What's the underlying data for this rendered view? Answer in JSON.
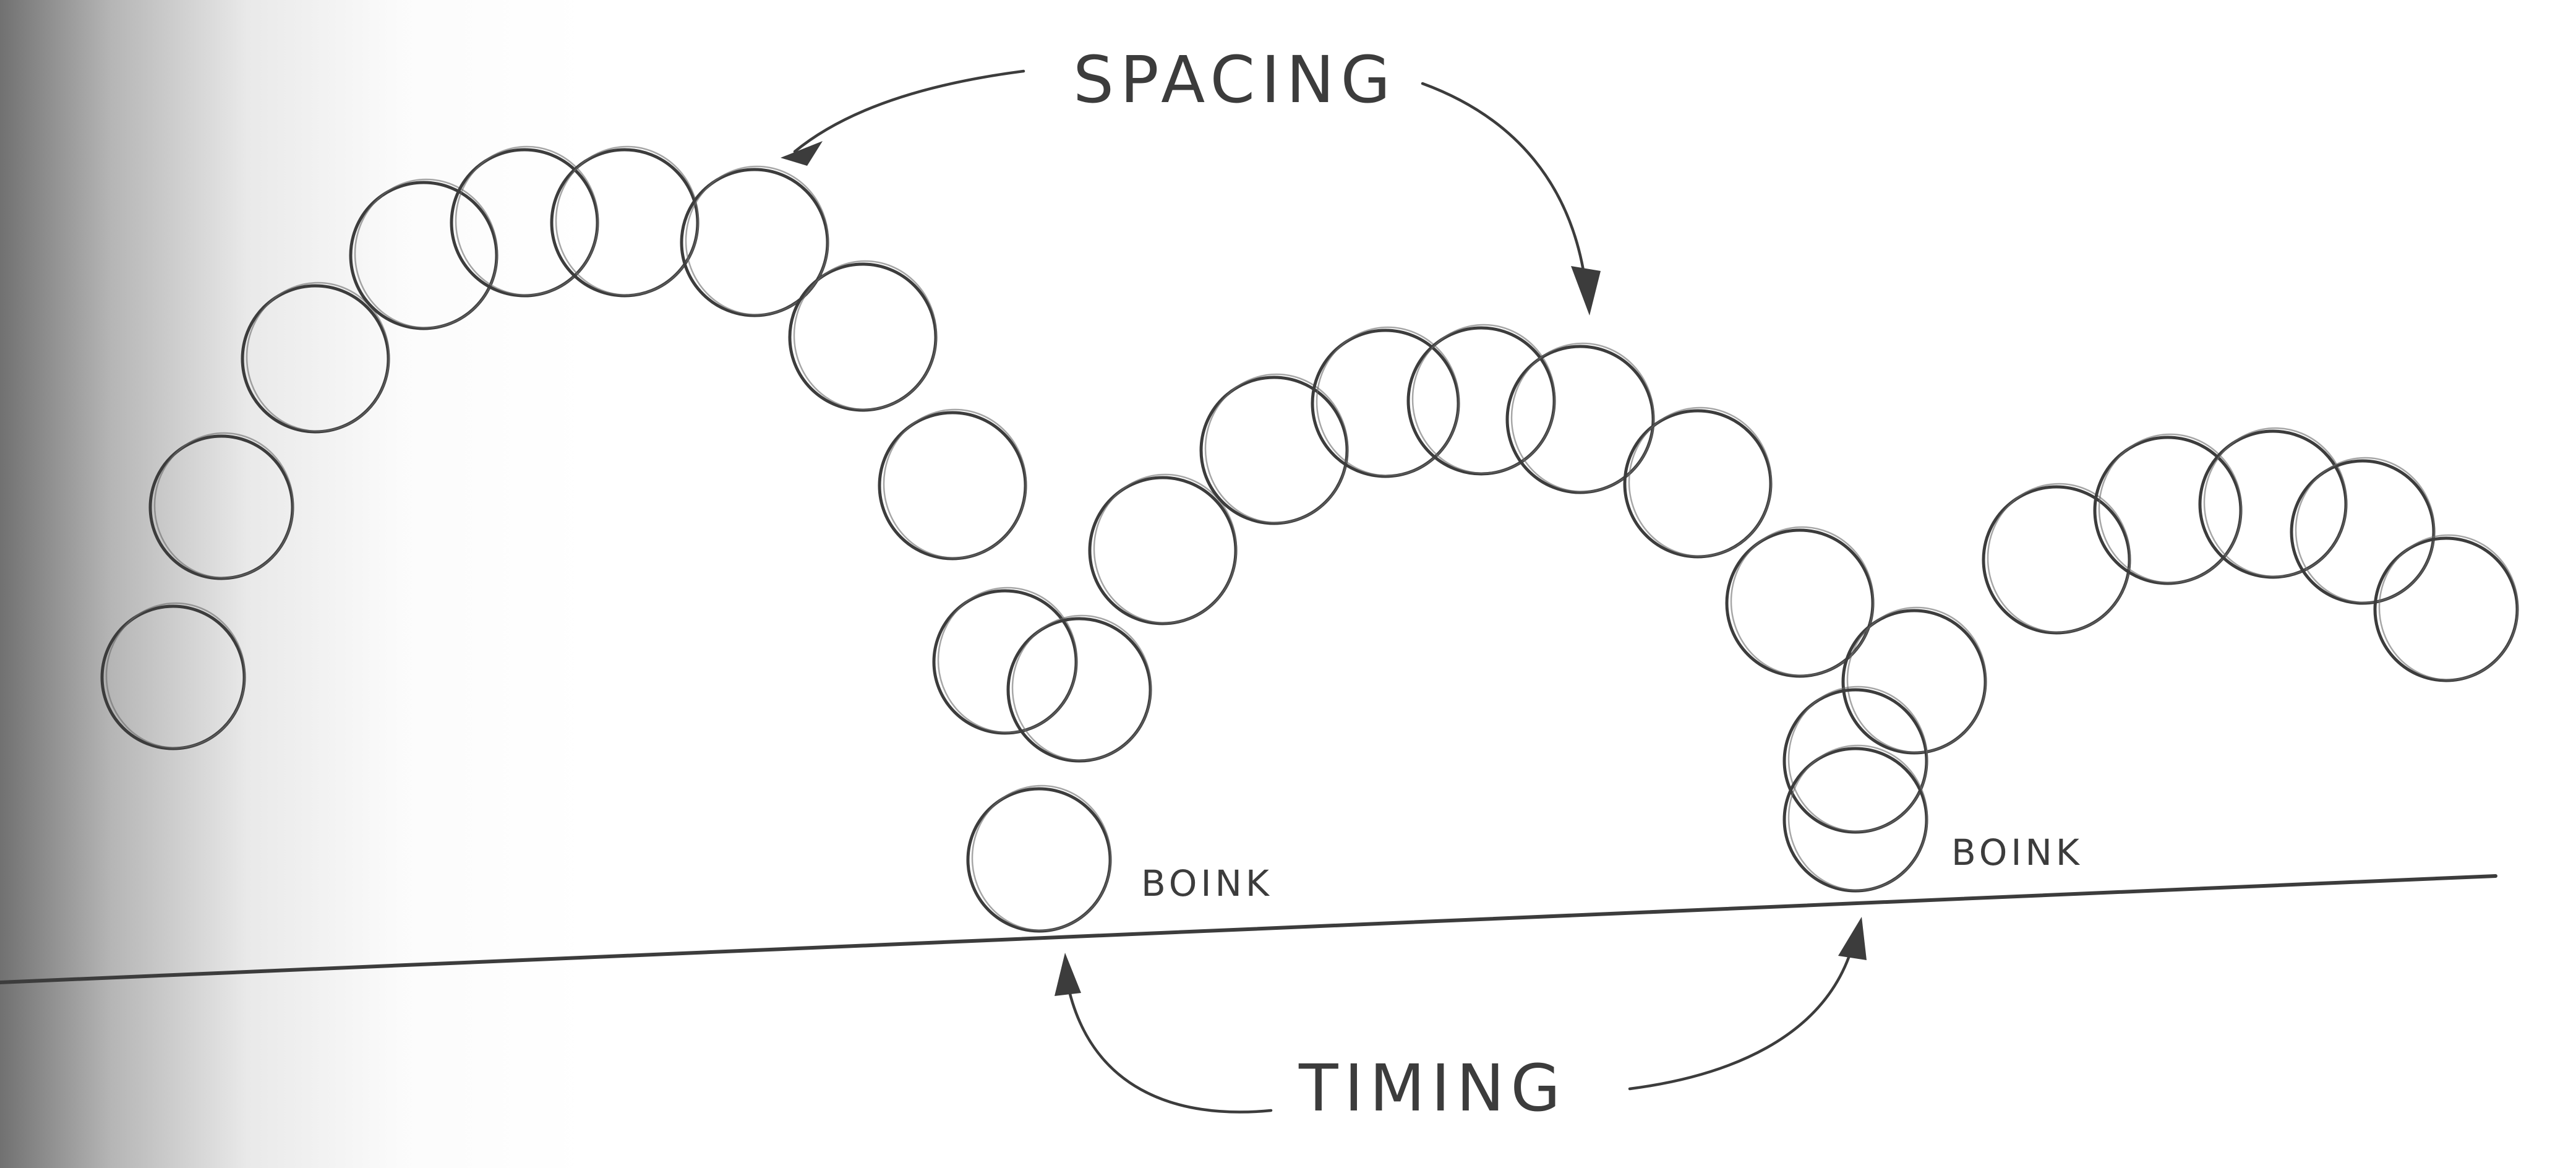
{
  "labels": {
    "spacing": "SPACING",
    "timing": "TIMING",
    "boink_1": "BOINK",
    "boink_2": "BOINK"
  },
  "colors": {
    "paper": "#ffffff",
    "pencil": "#3c3c3c",
    "pencil_light": "#6a6a6a"
  }
}
